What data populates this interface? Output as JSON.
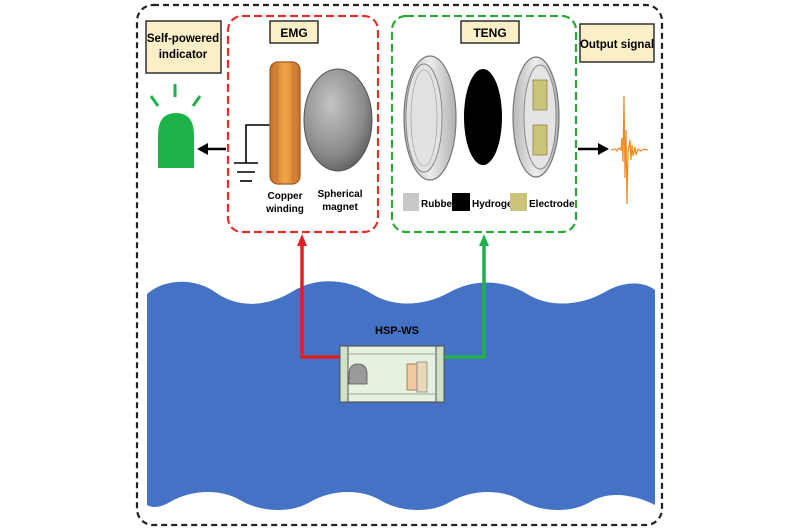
{
  "labels": {
    "self_powered_line1": "Self-powered",
    "self_powered_line2": "indicator",
    "emg": "EMG",
    "teng": "TENG",
    "output_signal": "Output signal",
    "copper_line1": "Copper",
    "copper_line2": "winding",
    "magnet_line1": "Spherical",
    "magnet_line2": "magnet",
    "device": "HSP-WS"
  },
  "legend": [
    {
      "label": "Rubber",
      "color": "#c8c8c8"
    },
    {
      "label": "Hydrogel",
      "color": "#000000"
    },
    {
      "label": "Electrode",
      "color": "#c9c47a"
    }
  ],
  "colors": {
    "emg_border": "#e03030",
    "teng_border": "#2aaa3a",
    "label_box_fill": "#fbefc8",
    "water": "#4472c4",
    "indicator": "#1eb34a",
    "copper": "#e8953a",
    "signal": "#f08a24",
    "outer_border": "#222222"
  },
  "icons": {
    "indicator": "light-indicator-icon",
    "ground": "ground-icon",
    "signal": "output-signal-waveform"
  }
}
